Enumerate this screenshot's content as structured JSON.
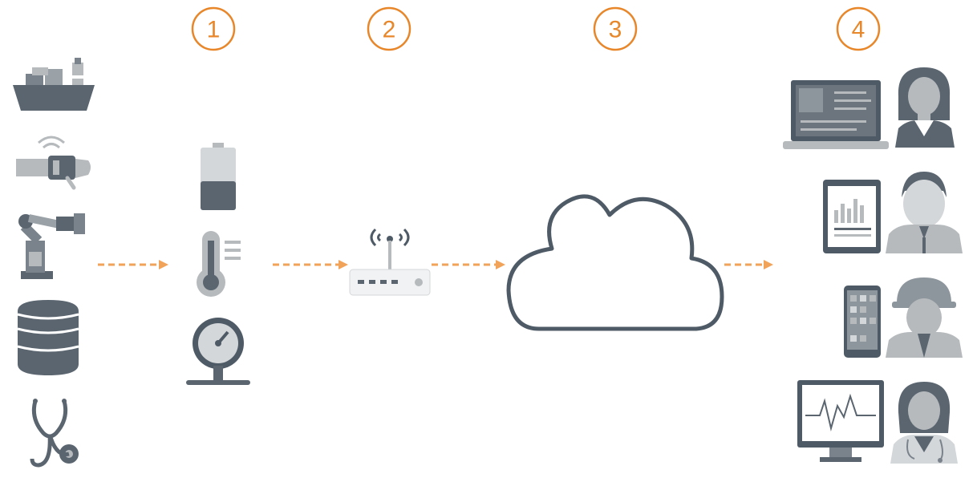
{
  "steps": [
    {
      "number": "1"
    },
    {
      "number": "2"
    },
    {
      "number": "3"
    },
    {
      "number": "4"
    }
  ],
  "sources": [
    "ship-icon",
    "wearable-wristband-icon",
    "robotic-arm-icon",
    "database-icon",
    "stethoscope-icon"
  ],
  "sensors": [
    "battery-sensor-icon",
    "thermometer-icon",
    "pressure-gauge-icon"
  ],
  "gateway": "wifi-router-icon",
  "cloud": "cloud-icon",
  "consumers": [
    {
      "device": "laptop-icon",
      "person": "businesswoman-icon"
    },
    {
      "device": "tablet-chart-icon",
      "person": "businessman-icon"
    },
    {
      "device": "smartphone-icon",
      "person": "engineer-hardhat-icon"
    },
    {
      "device": "heart-monitor-icon",
      "person": "doctor-icon"
    }
  ],
  "colors": {
    "accent": "#e8862a",
    "arrow": "#f2a35a",
    "icon_dark": "#4e5a66",
    "icon_mid": "#7a838b",
    "icon_light": "#b6babd",
    "icon_pale": "#d4d7d9"
  }
}
